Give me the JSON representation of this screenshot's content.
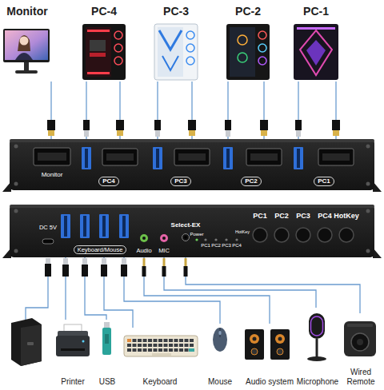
{
  "diagram": {
    "nodes": [
      {
        "text": [
          "Monitor"
        ]
      },
      {
        "text": [
          "PC-4"
        ]
      },
      {
        "text": [
          "PC-3"
        ]
      },
      {
        "text": [
          "PC-2"
        ]
      },
      {
        "text": [
          "PC-1"
        ]
      },
      {
        "text": [
          "Monitor"
        ]
      },
      {
        "text": [
          "PC4"
        ]
      },
      {
        "text": [
          "PC3"
        ]
      },
      {
        "text": [
          "PC2"
        ]
      },
      {
        "text": [
          "PC1"
        ]
      },
      {
        "text": [
          "DC 5V"
        ]
      },
      {
        "text": [
          "Keyboard/Mouse"
        ]
      },
      {
        "text": [
          "Audio"
        ]
      },
      {
        "text": [
          "MIC"
        ]
      },
      {
        "text": [
          "Select-EX"
        ]
      },
      {
        "text": [
          "Printer"
        ]
      },
      {
        "text": [
          "USB"
        ]
      },
      {
        "text": [
          "Keyboard"
        ]
      },
      {
        "text": [
          "Mouse"
        ]
      },
      {
        "text": [
          "Audio system"
        ]
      },
      {
        "text": [
          "Microphone"
        ]
      },
      {
        "text": [
          "Wired Remote"
        ]
      }
    ],
    "edges": [
      {
        "from": 0,
        "to": 5,
        "arrow": "none"
      },
      {
        "from": 1,
        "to": 6,
        "arrow": "none"
      },
      {
        "from": 1,
        "to": 6,
        "arrow": "none"
      },
      {
        "from": 2,
        "to": 7,
        "arrow": "none"
      },
      {
        "from": 2,
        "to": 7,
        "arrow": "none"
      },
      {
        "from": 3,
        "to": 8,
        "arrow": "none"
      },
      {
        "from": 3,
        "to": 8,
        "arrow": "none"
      },
      {
        "from": 4,
        "to": 9,
        "arrow": "none"
      },
      {
        "from": 4,
        "to": 9,
        "arrow": "none"
      },
      {
        "from": 15,
        "to": 11,
        "arrow": "none"
      },
      {
        "from": 16,
        "to": 11,
        "arrow": "none"
      },
      {
        "from": 17,
        "to": 11,
        "arrow": "none"
      },
      {
        "from": 18,
        "to": 11,
        "arrow": "none"
      },
      {
        "from": 19,
        "to": 12,
        "arrow": "none"
      },
      {
        "from": 20,
        "to": 13,
        "arrow": "none"
      },
      {
        "from": 21,
        "to": 14,
        "arrow": "none"
      }
    ],
    "labels": [
      "Power",
      "PC1",
      "PC2",
      "PC3",
      "PC4",
      "HotKey",
      "PC1",
      "PC2",
      "PC3",
      "PC4",
      "HotKey"
    ]
  }
}
